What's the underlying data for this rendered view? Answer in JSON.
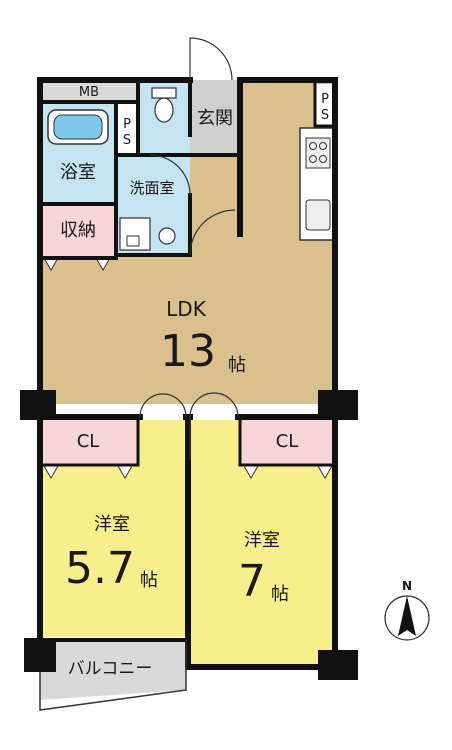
{
  "rooms": {
    "mb": "MB",
    "ps_top": "PS",
    "ps_bath_p": "P",
    "ps_bath_s": "S",
    "entrance": "玄関",
    "bath": "浴室",
    "washroom": "洗面室",
    "storage": "収納",
    "ldk": "LDK",
    "ldk_size": "13",
    "ldk_unit": "帖",
    "cl_left": "CL",
    "cl_right": "CL",
    "western_left": "洋室",
    "western_left_size": "5.7",
    "western_left_unit": "帖",
    "western_right": "洋室",
    "western_right_size": "7",
    "western_right_unit": "帖",
    "balcony": "バルコニー"
  },
  "compass": {
    "north": "N"
  },
  "colors": {
    "ldk_floor": "#d9c08e",
    "western_floor": "#f6ef8c",
    "wet_area": "#c5e4f1",
    "closet": "#f6d6d6",
    "entrance": "#cfcfcf",
    "balcony": "#d9d9d9",
    "wall": "#111111"
  }
}
